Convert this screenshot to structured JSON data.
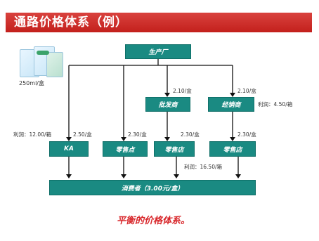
{
  "title": "通路价格体系（例）",
  "product_label": "250ml/盒",
  "nodes": {
    "factory": "生产厂",
    "wholesaler": "批发商",
    "distributor": "经销商",
    "ka": "KA",
    "retail1": "零售点",
    "retail2": "零售店",
    "retail3": "零售店",
    "consumer": "消费者（3.00元/盒）"
  },
  "prices": {
    "p_wholesaler": "2.10/盒",
    "p_distributor": "2.10/盒",
    "p_ka": "2.50/盒",
    "p_retail1": "2.30/盒",
    "p_retail2": "2.30/盒",
    "p_retail3": "2.30/盒"
  },
  "profits": {
    "dist_profit": "利润：4.50/箱",
    "ka_profit": "利润：12.00/箱",
    "retail_profit": "利润：16.50/箱"
  },
  "caption": "平衡的价格体系。",
  "colors": {
    "title_bar": "#c3201c",
    "box": "#1a8a82",
    "caption": "#d8262a"
  }
}
